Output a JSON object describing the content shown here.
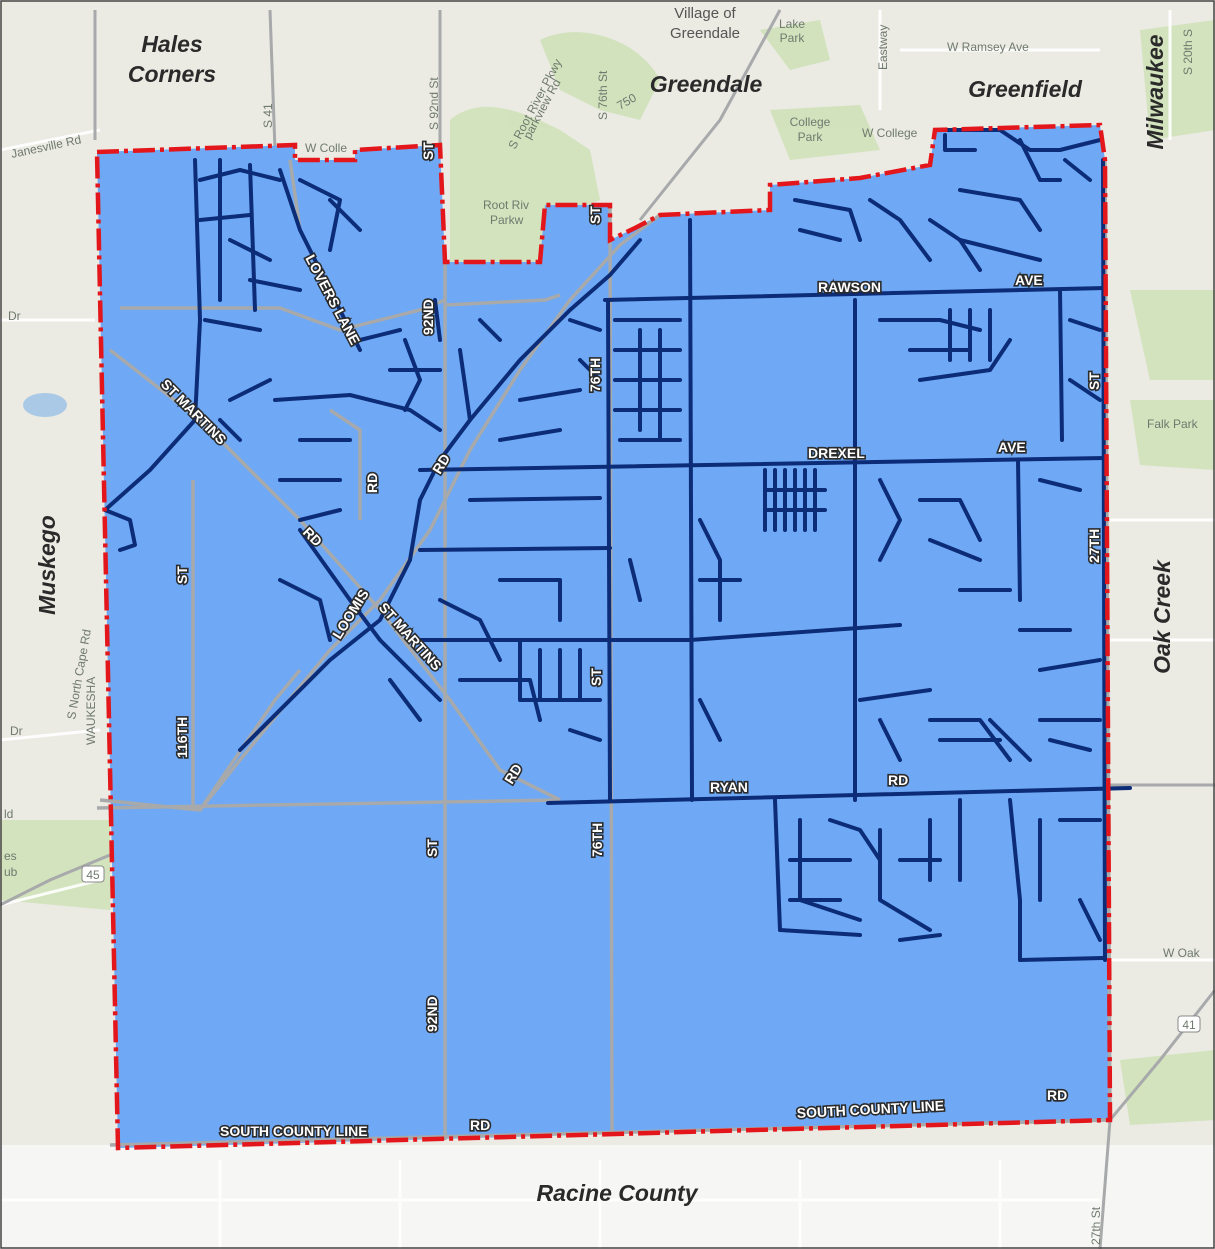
{
  "map": {
    "colors": {
      "service_area_fill": "#6fa9f5",
      "boundary": "#e3161b",
      "water_mains": "#0c2c78",
      "roads": "#a7a9ab",
      "basemap_land": "#ebeae3",
      "parks": "#cfe2b8"
    },
    "places": {
      "hales_corners_1": "Hales",
      "hales_corners_2": "Corners",
      "village_1": "Village of",
      "village_2": "Greendale",
      "greendale": "Greendale",
      "greenfield": "Greenfield",
      "milwaukee": "Milwaukee",
      "muskego": "Muskego",
      "oak_creek": "Oak Creek",
      "racine_county": "Racine County"
    },
    "basemap_labels": {
      "lake_park_1": "Lake",
      "lake_park_2": "Park",
      "eastway": "Eastway",
      "w_ramsey": "W Ramsey Ave",
      "s_20th": "S 20th S",
      "root_river_pkwy": "S Root River Pkwy",
      "parkview": "parkview Rd",
      "s_76th": "S 76th St",
      "s_92nd": "S 92nd St",
      "janesville": "Janesville Rd",
      "w_college_1": "W Colle",
      "w_college_2": "W College",
      "college_park_1": "College",
      "college_park_2": "Park",
      "root_river_park_1": "Root Riv",
      "root_river_park_2": "Parkw",
      "falk_park": "Falk Park",
      "s_north_cape": "S North Cape Rd",
      "waukesha": "WAUKESHA",
      "w_oak": "W Oak",
      "hwy_45": "45",
      "hwy_41": "41",
      "s_27th_bottom": "27th St",
      "dr_1": "Dr",
      "dr_2": "Dr",
      "edge_1": "es",
      "edge_2": "ub",
      "edge_3": "ld",
      "num_750": "750",
      "s_41": "S 41"
    },
    "road_labels": {
      "lovers_lane": "LOVERS LANE",
      "rawson": "RAWSON",
      "ave_1": "AVE",
      "drexel": "DREXEL",
      "ave_2": "AVE",
      "ryan": "RYAN",
      "rd_ryan": "RD",
      "south_county_line_1": "SOUTH COUNTY LINE",
      "rd_scl_1": "RD",
      "south_county_line_2": "SOUTH COUNTY LINE",
      "rd_scl_2": "RD",
      "st_martins_1": "ST MARTINS",
      "rd_stm_1": "RD",
      "loomis": "LOOMIS",
      "st_martins_2": "ST MARTINS",
      "rd_loomis": "RD",
      "rd_92": "RD",
      "rd_diag": "RD",
      "n92_1": "92ND",
      "n92_2": "92ND",
      "st_92_top": "ST",
      "st_92_bottom": "ST",
      "n76_1": "76TH",
      "n76_2": "76TH",
      "st_76_top": "ST",
      "st_76_mid": "ST",
      "n116": "116TH",
      "st_116": "ST",
      "n27": "27TH",
      "st_27": "ST"
    }
  }
}
